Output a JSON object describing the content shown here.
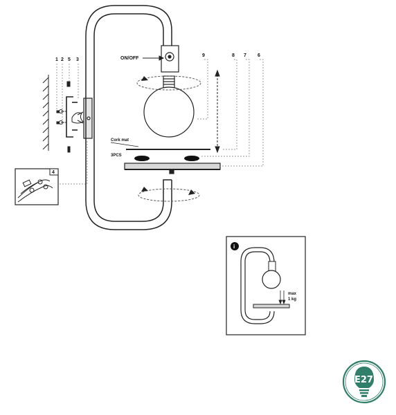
{
  "labels": {
    "switch": "ON/OFF",
    "cork_mat": "Cork mat",
    "pads": "3PCS",
    "max_load_1": "max",
    "max_load_2": "1 kg",
    "info": "i",
    "socket_badge": "E27"
  },
  "callouts": [
    "1",
    "2",
    "5",
    "3",
    "9",
    "8",
    "7",
    "6",
    "4"
  ],
  "colors": {
    "line": "#222222",
    "dashed": "#777777",
    "badge": "#2f7f6a"
  },
  "icons": {
    "info_badge": "info-icon",
    "bulb_badge": "bulb-icon"
  }
}
